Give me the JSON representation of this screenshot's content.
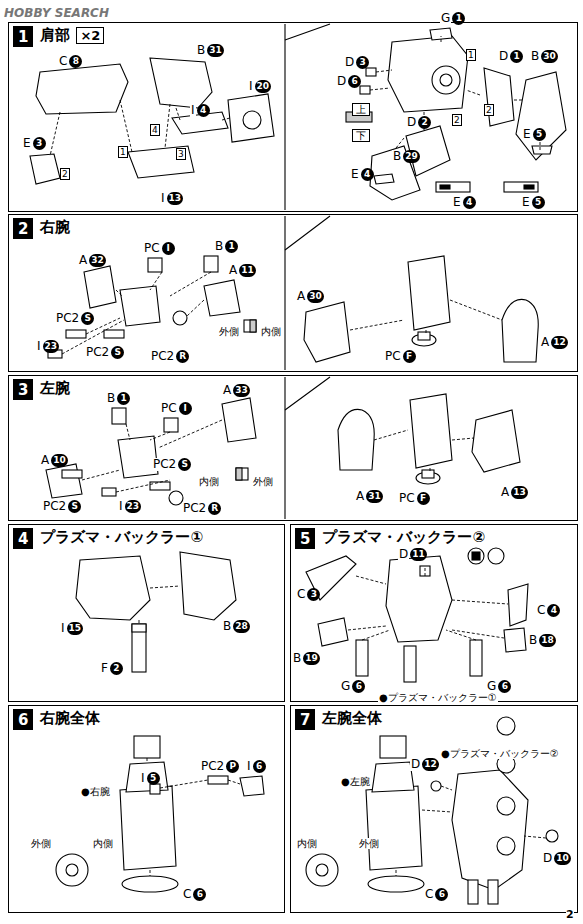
{
  "diagram": {
    "nodes": [
      {
        "text": [
          "肩部",
          "×2"
        ]
      },
      {
        "text": [
          "1"
        ],
        "in": 0
      },
      {
        "text": [
          "右腕"
        ]
      },
      {
        "text": [
          "2"
        ],
        "in": 2
      },
      {
        "text": [
          "左腕"
        ]
      },
      {
        "text": [
          "3"
        ],
        "in": 4
      },
      {
        "text": [
          "プラズマ・バックラー①"
        ]
      },
      {
        "text": [
          "4"
        ],
        "in": 6
      },
      {
        "text": [
          "プラズマ・バックラー②"
        ]
      },
      {
        "text": [
          "5"
        ],
        "in": 8
      },
      {
        "text": [
          "右腕全体"
        ]
      },
      {
        "text": [
          "6"
        ],
        "in": 10
      },
      {
        "text": [
          "左腕全体"
        ]
      },
      {
        "text": [
          "7"
        ],
        "in": 12
      }
    ],
    "labels": [
      "HOBBY SEARCH",
      "C",
      "8",
      "E",
      "3",
      "B",
      "31",
      "I",
      "4",
      "I",
      "20",
      "I",
      "13",
      "1",
      "2",
      "4",
      "3",
      "G",
      "1",
      "D",
      "3",
      "D",
      "6",
      "上",
      "下",
      "E",
      "4",
      "B",
      "29",
      "D",
      "2",
      "D",
      "1",
      "B",
      "30",
      "E",
      "5",
      "E",
      "4",
      "E",
      "5",
      "1",
      "2",
      "2",
      "PC",
      "I",
      "B",
      "1",
      "A",
      "32",
      "A",
      "11",
      "PC2",
      "S",
      "I",
      "23",
      "PC2",
      "S",
      "PC2",
      "R",
      "外側",
      "内側",
      "A",
      "30",
      "PC",
      "F",
      "A",
      "12",
      "B",
      "1",
      "PC",
      "I",
      "A",
      "33",
      "A",
      "10",
      "PC2",
      "S",
      "I",
      "23",
      "PC2",
      "S",
      "PC2",
      "R",
      "内側",
      "外側",
      "A",
      "31",
      "PC",
      "F",
      "A",
      "13",
      "I",
      "15",
      "B",
      "28",
      "F",
      "2",
      "D",
      "11",
      "C",
      "3",
      "C",
      "4",
      "B",
      "19",
      "B",
      "18",
      "G",
      "6",
      "G",
      "6",
      "●プラズマ・バックラー①",
      "●右腕",
      "I",
      "5",
      "PC2",
      "P",
      "I",
      "6",
      "外側",
      "内側",
      "C",
      "6",
      "D",
      "12",
      "●プラズマ・バックラー②",
      "D",
      "10",
      "●左腕",
      "内側",
      "外側",
      "C",
      "6",
      "2"
    ]
  }
}
